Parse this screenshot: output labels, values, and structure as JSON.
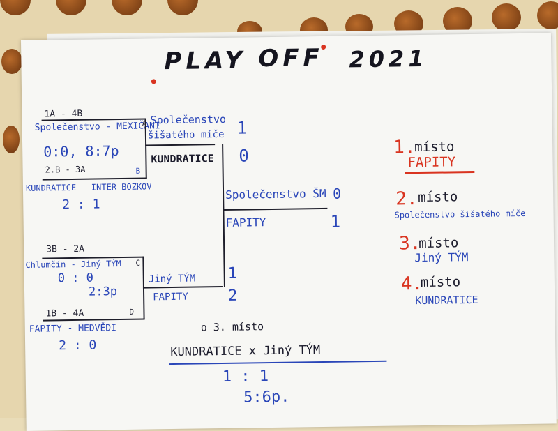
{
  "title": {
    "left": "PLAY",
    "right": "OFF",
    "year": "2021"
  },
  "bracket": {
    "qf1": {
      "seed_top": "1A - 4B",
      "teams": "Společenstvo - MEXIČANI",
      "marker_a": "A",
      "score": "0:0, 8:7p",
      "seed_bottom": "2.B - 3A",
      "marker_b": "B"
    },
    "qf2": {
      "teams": "KUNDRATICE - INTER BOZKOV",
      "score": "2 : 1"
    },
    "qf3": {
      "seed_top": "3B - 2A",
      "teams": "Chlumčín - Jiný TÝM",
      "marker_c": "C",
      "score": "0 : 0",
      "score_pens": "2:3p"
    },
    "qf4": {
      "seed_top": "1B - 4A",
      "marker_d": "D",
      "teams": "FAPITY - MEDVĚDI",
      "score": "2 : 0"
    },
    "sf1": {
      "team_top_line1": "Společenstvo",
      "team_top_line2": "šišatého míče",
      "score_top": "1",
      "team_bottom": "KUNDRATICE",
      "score_bottom": "0"
    },
    "sf2": {
      "team_top": "Jiný TÝM",
      "score_top": "1",
      "team_bottom": "FAPITY",
      "score_bottom": "2"
    },
    "final": {
      "team_top": "Společenstvo ŠM",
      "score_top": "0",
      "team_bottom": "FAPITY",
      "score_bottom": "1"
    }
  },
  "third_place": {
    "label": "o 3. místo",
    "match": "KUNDRATICE x Jiný TÝM",
    "score": "1 : 1",
    "pens": "5:6p."
  },
  "ranking": [
    {
      "num": "1.",
      "label": "místo",
      "team": "FAPITY"
    },
    {
      "num": "2.",
      "label": "místo",
      "team": "Společenstvo šišatého míče"
    },
    {
      "num": "3.",
      "label": "místo",
      "team": "Jiný TÝM"
    },
    {
      "num": "4.",
      "label": "místo",
      "team": "KUNDRATICE"
    }
  ],
  "colors": {
    "blue_ink": "#2a46b8",
    "black_ink": "#1c1c2c",
    "red_ink": "#d93420",
    "paper": "#f7f7f4",
    "tray": "#e6d6ae"
  }
}
